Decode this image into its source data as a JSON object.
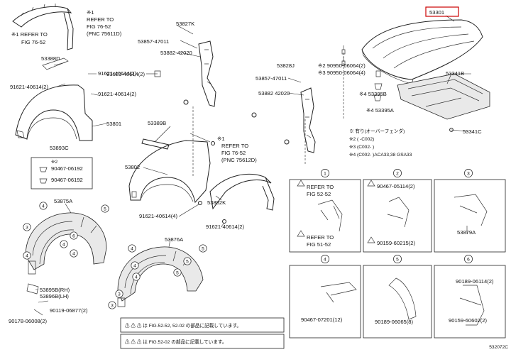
{
  "highlight_part": "53301",
  "part_labels": [
    {
      "id": "p-53301",
      "text": "53301"
    },
    {
      "id": "p-53341B",
      "text": "53341B"
    },
    {
      "id": "p-53341C",
      "text": "53341C"
    },
    {
      "id": "p-53395B",
      "text": "※4 53395B"
    },
    {
      "id": "p-53395A",
      "text": "※4 53395A"
    },
    {
      "id": "p-90950a",
      "text": "※2 90950-06064(2)"
    },
    {
      "id": "p-90950b",
      "text": "※3 90950-06064(4)"
    },
    {
      "id": "p-53827K",
      "text": "53827K"
    },
    {
      "id": "p-53857-47011a",
      "text": "53857-47011"
    },
    {
      "id": "p-53882-42020a",
      "text": "53882-42020"
    },
    {
      "id": "p-91621-2a",
      "text": "91621-40614(2)"
    },
    {
      "id": "p-53828J",
      "text": "53828J"
    },
    {
      "id": "p-53857-47011b",
      "text": "53857-47011"
    },
    {
      "id": "p-53882-42020b",
      "text": "53882 42020"
    },
    {
      "id": "p-53388D",
      "text": "53388D"
    },
    {
      "id": "p-91621-2b",
      "text": "91621-40614(2)"
    },
    {
      "id": "p-91621-2c",
      "text": "91621-40614(2)"
    },
    {
      "id": "p-91621-2d",
      "text": "91621-40614(2)"
    },
    {
      "id": "p-53801",
      "text": "53801"
    },
    {
      "id": "p-53389B",
      "text": "53389B"
    },
    {
      "id": "p-53802",
      "text": "53802"
    },
    {
      "id": "p-53893C",
      "text": "53893C"
    },
    {
      "id": "p-star2",
      "text": "※2"
    },
    {
      "id": "p-90467-06192a",
      "text": "90467-06192"
    },
    {
      "id": "p-90467-06192b",
      "text": "90467-06192"
    },
    {
      "id": "p-53875A",
      "text": "53875A"
    },
    {
      "id": "p-91621-4",
      "text": "91621-40614(4)"
    },
    {
      "id": "p-53882K",
      "text": "53882K"
    },
    {
      "id": "p-91621-2e",
      "text": "91621-40614(2)"
    },
    {
      "id": "p-53876A",
      "text": "53876A"
    },
    {
      "id": "p-53895B",
      "text": "53895B(RH)"
    },
    {
      "id": "p-53896B",
      "text": "53896B(LH)"
    },
    {
      "id": "p-90119",
      "text": "90119-06877(2)"
    },
    {
      "id": "p-90178",
      "text": "90178-06008(2)"
    },
    {
      "id": "p-53879A",
      "text": "53879A"
    },
    {
      "id": "p-90467-05114",
      "text": "90467-05114(2)"
    },
    {
      "id": "p-90159-60215",
      "text": "90159-60215(2)"
    },
    {
      "id": "p-90467-07201",
      "text": "90467-07201(12)"
    },
    {
      "id": "p-90189-06065",
      "text": "90189-06065(8)"
    },
    {
      "id": "p-90189-06114",
      "text": "90189-06114(2)"
    },
    {
      "id": "p-90159-60602",
      "text": "90159-60602(2)"
    }
  ],
  "refer_notes": [
    {
      "id": "ref-tl",
      "lines": [
        "※1",
        "REFER TO",
        "FIG 76-52",
        "(PNC 75611D)"
      ]
    },
    {
      "id": "ref-left",
      "lines": [
        "※1 REFER TO",
        "FIG 76-52"
      ]
    },
    {
      "id": "ref-mid",
      "lines": [
        "※1",
        "REFER TO",
        "FIG 76-52",
        "(PNC 75612D)"
      ]
    },
    {
      "id": "ref-b1a",
      "lines": [
        "REFER TO",
        "FIG 52-52"
      ]
    },
    {
      "id": "ref-b1b",
      "lines": [
        "REFER TO",
        "FIG 51-52"
      ]
    }
  ],
  "legend": [
    "※ 有り(オーバーフェンダ)",
    "※2 (  -C002)",
    "※3 (C002-  )",
    "※4 (C002-  )ACA33,38 GSA33"
  ],
  "detail_boxes": [
    "1",
    "2",
    "3",
    "4",
    "5",
    "6"
  ],
  "callouts": [
    "4",
    "5",
    "3",
    "6",
    "4",
    "4",
    "4",
    "4",
    "5",
    "5",
    "4",
    "5",
    "4",
    "3",
    "3"
  ],
  "footer_notes": [
    "⚠ ⚠ ⚠ は FIG.52-52, 52-02 の部品に記載しています。",
    "⚠ ⚠ ⚠ は FIG.52-02 の部品に記載しています。"
  ],
  "footer_id": "532072C"
}
